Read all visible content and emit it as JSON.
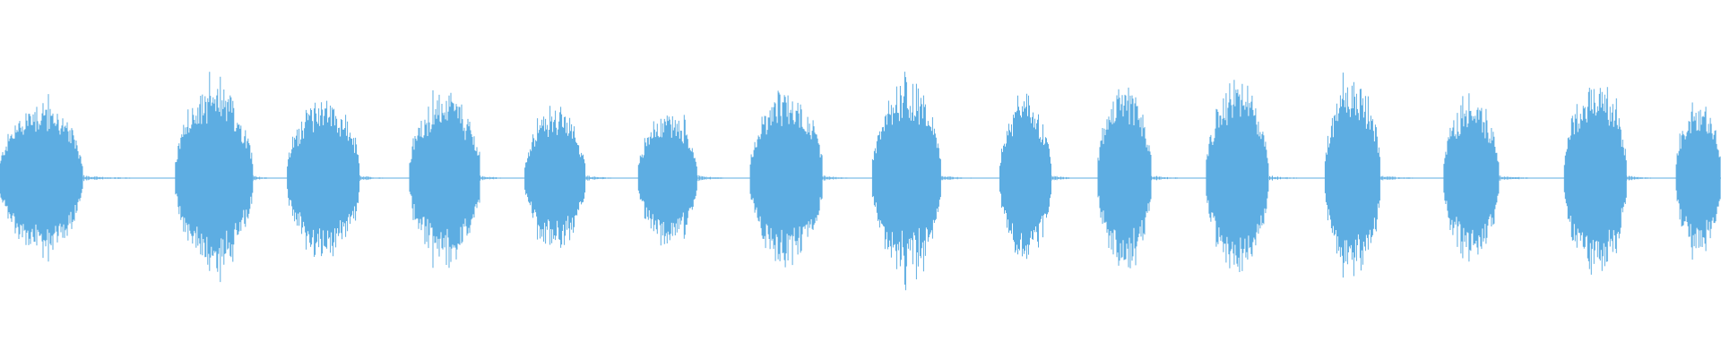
{
  "waveform": {
    "color": "#5DADE2",
    "bursts": [
      {
        "start": 0.0,
        "end": 0.048,
        "amplitude": 0.46
      },
      {
        "start": 0.102,
        "end": 0.147,
        "amplitude": 0.54
      },
      {
        "start": 0.167,
        "end": 0.209,
        "amplitude": 0.48
      },
      {
        "start": 0.238,
        "end": 0.279,
        "amplitude": 0.5
      },
      {
        "start": 0.305,
        "end": 0.34,
        "amplitude": 0.42
      },
      {
        "start": 0.371,
        "end": 0.405,
        "amplitude": 0.4
      },
      {
        "start": 0.436,
        "end": 0.478,
        "amplitude": 0.51
      },
      {
        "start": 0.507,
        "end": 0.547,
        "amplitude": 0.55
      },
      {
        "start": 0.581,
        "end": 0.611,
        "amplitude": 0.49
      },
      {
        "start": 0.638,
        "end": 0.669,
        "amplitude": 0.55
      },
      {
        "start": 0.701,
        "end": 0.737,
        "amplitude": 0.57
      },
      {
        "start": 0.77,
        "end": 0.802,
        "amplitude": 0.6
      },
      {
        "start": 0.839,
        "end": 0.871,
        "amplitude": 0.48
      },
      {
        "start": 0.909,
        "end": 0.945,
        "amplitude": 0.58
      },
      {
        "start": 0.974,
        "end": 1.0,
        "amplitude": 0.46
      }
    ]
  }
}
